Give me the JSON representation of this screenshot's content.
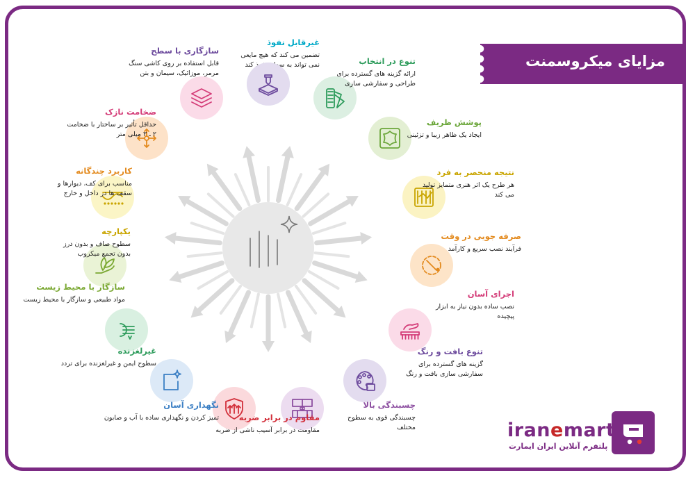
{
  "title": "مزایای میکروسمنت",
  "brand": {
    "name": "iranemart",
    "tagline": "پلتفرم آنلاین ایران ایمارت"
  },
  "colors": {
    "frame": "#7b2a83",
    "banner": "#7b2a83",
    "ray": "#d9d9d9",
    "hub": "#e8e8e8"
  },
  "features": [
    {
      "title": "غیرقابل نفوذ",
      "desc": "تضمین می کند که هیچ مایعی نمی تواند به سطح نفوذ کند",
      "icon": "water-drop-icon",
      "color": "#00a9c7",
      "bg": "#dff3f8"
    },
    {
      "title": "تنوع در انتخاب",
      "desc": "ارائه گزینه های گسترده برای طراحی و سفارشی سازی",
      "icon": "swatch-icon",
      "color": "#2e9c5c",
      "bg": "#dcefe2"
    },
    {
      "title": "پوشش ظریف",
      "desc": "ایجاد یک ظاهر زیبا و تزئینی",
      "icon": "ornament-tile-icon",
      "color": "#6ba63a",
      "bg": "#e3efd3"
    },
    {
      "title": "نتیجه منحصر به فرد",
      "desc": "هر طرح یک اثر هنری متمایز تولید می کند",
      "icon": "pattern-icon",
      "color": "#c9a500",
      "bg": "#fbf3c3"
    },
    {
      "title": "صرفه جویی در وقت",
      "desc": "فرآیند نصب سریع و کارآمد",
      "icon": "clock-icon",
      "color": "#e38a1e",
      "bg": "#fde4c8"
    },
    {
      "title": "اجرای آسان",
      "desc": "نصب ساده بدون نیاز به ابزار پیچیده",
      "icon": "trowel-hand-icon",
      "color": "#d43c78",
      "bg": "#fbdbe8"
    },
    {
      "title": "تنوع بافت و رنگ",
      "desc": "گزینه های گسترده برای سفارشی سازی بافت و رنگ",
      "icon": "palette-icon",
      "color": "#6e4c9e",
      "bg": "#e3dcef"
    },
    {
      "title": "چسبندگی بالا",
      "desc": "چسبندگی قوی به سطوح مختلف",
      "icon": "tiles-icon",
      "color": "#8c4ea0",
      "bg": "#ecdcf0"
    },
    {
      "title": "مقاوم در برابر ضربه",
      "desc": "مقاومت در برابر آسیب ناشی از ضربه",
      "icon": "shield-icon",
      "color": "#d22f3a",
      "bg": "#fbd9dc"
    },
    {
      "title": "نگهداری آسان",
      "desc": "تمیز کردن و نگهداری ساده با  آب و صابون",
      "icon": "sparkle-card-icon",
      "color": "#3b7fc4",
      "bg": "#dce9f7"
    },
    {
      "title": "غیرلغزنده",
      "desc": "سطوح ایمن و غیرلغزنده برای تردد",
      "icon": "antislip-icon",
      "color": "#2e9c5c",
      "bg": "#d9f0e1"
    },
    {
      "title": "سازگار با محیط زیست",
      "desc": "مواد طبیعی و سازگار با محیط زیست",
      "icon": "leaf-hand-icon",
      "color": "#7aa832",
      "bg": "#eaf3d6"
    },
    {
      "title": "یکپارچه",
      "desc": "سطوح صاف و بدون درز بدون تجمع میکروب",
      "icon": "seamless-icon",
      "color": "#c9a500",
      "bg": "#fbf5c6"
    },
    {
      "title": "کاربرد چندگانه",
      "desc": "مناسب برای کف، دیوارها و سقف ها در داخل و خارج",
      "icon": "multi-arrow-icon",
      "color": "#e38a1e",
      "bg": "#fde2c8"
    },
    {
      "title": "ضخامت نازک",
      "desc": "حداقل تأثیر بر ساختار با ضخامت ۲ ـ ۳ میلی متر",
      "icon": "layers-icon",
      "color": "#d43c78",
      "bg": "#fbdbe8"
    },
    {
      "title": "سازگاری با سطح",
      "desc": "قابل استفاده بر روی کاشی سنگ مرمر، موزائیک، سیمان و بتن",
      "icon": "surface-pour-icon",
      "color": "#6e4c9e",
      "bg": "#e3dcef"
    }
  ]
}
